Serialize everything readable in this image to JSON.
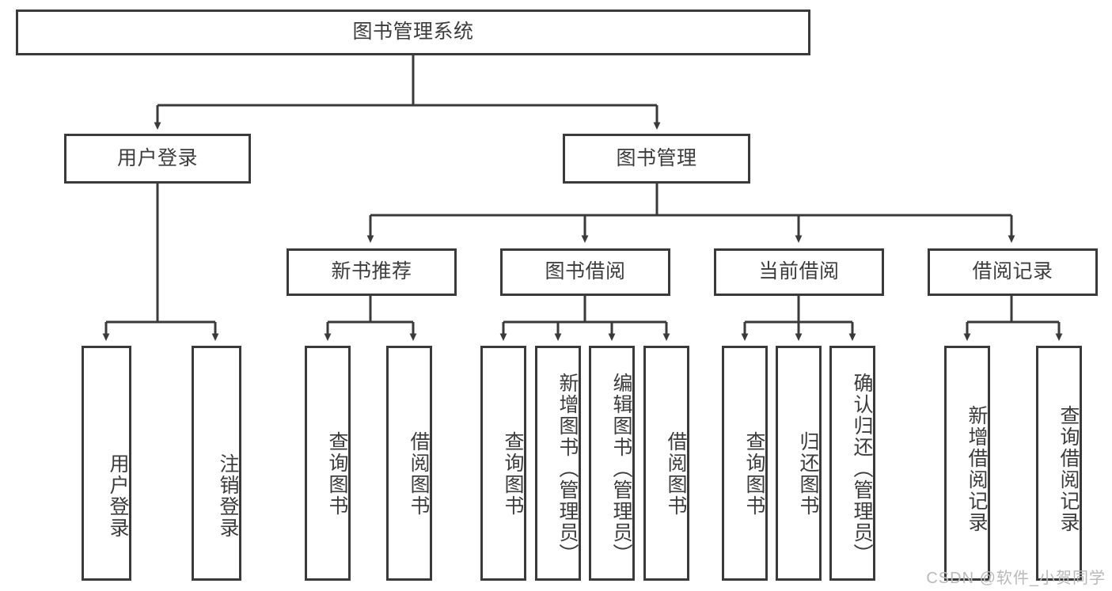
{
  "diagram": {
    "type": "tree-hierarchy-chart",
    "title": "图书管理系统",
    "orientation": "top-down",
    "colors": {
      "box_border": "#3a3a3a",
      "box_fill": "#ffffff",
      "text": "#3c3c3c",
      "connector": "#3a3a3a",
      "watermark": "#b9b9b9",
      "background": "#ffffff"
    },
    "levels": [
      {
        "level": 1,
        "nodes": [
          {
            "id": "root",
            "label": "图书管理系统",
            "orientation": "horizontal"
          }
        ]
      },
      {
        "level": 2,
        "nodes": [
          {
            "id": "user-login",
            "label": "用户登录",
            "orientation": "horizontal",
            "parent": "root"
          },
          {
            "id": "book-management",
            "label": "图书管理",
            "orientation": "horizontal",
            "parent": "root"
          }
        ]
      },
      {
        "level": 3,
        "nodes": [
          {
            "id": "new-book-recommend",
            "label": "新书推荐",
            "orientation": "horizontal",
            "parent": "book-management"
          },
          {
            "id": "book-borrow",
            "label": "图书借阅",
            "orientation": "horizontal",
            "parent": "book-management"
          },
          {
            "id": "current-borrow",
            "label": "当前借阅",
            "orientation": "horizontal",
            "parent": "book-management"
          },
          {
            "id": "borrow-record",
            "label": "借阅记录",
            "orientation": "horizontal",
            "parent": "book-management"
          }
        ]
      },
      {
        "level": 4,
        "nodes": [
          {
            "id": "leaf-user-login",
            "label": "用户登录",
            "orientation": "vertical",
            "parent": "user-login"
          },
          {
            "id": "leaf-logout-login",
            "label": "注销登录",
            "orientation": "vertical",
            "parent": "user-login"
          },
          {
            "id": "leaf-query-book-1",
            "label": "查询图书",
            "orientation": "vertical",
            "parent": "new-book-recommend"
          },
          {
            "id": "leaf-borrow-book-1",
            "label": "借阅图书",
            "orientation": "vertical",
            "parent": "new-book-recommend"
          },
          {
            "id": "leaf-query-book-2",
            "label": "查询图书",
            "orientation": "vertical",
            "parent": "book-borrow"
          },
          {
            "id": "leaf-add-book",
            "label": "新增图书（管理员）",
            "orientation": "vertical",
            "parent": "book-borrow"
          },
          {
            "id": "leaf-edit-book",
            "label": "编辑图书（管理员）",
            "orientation": "vertical",
            "parent": "book-borrow"
          },
          {
            "id": "leaf-borrow-book-2",
            "label": "借阅图书",
            "orientation": "vertical",
            "parent": "book-borrow"
          },
          {
            "id": "leaf-query-book-3",
            "label": "查询图书",
            "orientation": "vertical",
            "parent": "current-borrow"
          },
          {
            "id": "leaf-return-book",
            "label": "归还图书",
            "orientation": "vertical",
            "parent": "current-borrow"
          },
          {
            "id": "leaf-confirm-return",
            "label": "确认归还（管理员）",
            "orientation": "vertical",
            "parent": "current-borrow"
          },
          {
            "id": "leaf-add-record",
            "label": "新增借阅记录",
            "orientation": "vertical",
            "parent": "borrow-record"
          },
          {
            "id": "leaf-query-record",
            "label": "查询借阅记录",
            "orientation": "vertical",
            "parent": "borrow-record"
          }
        ]
      }
    ]
  },
  "watermark": {
    "text": "CSDN @软件_小贺同学"
  }
}
